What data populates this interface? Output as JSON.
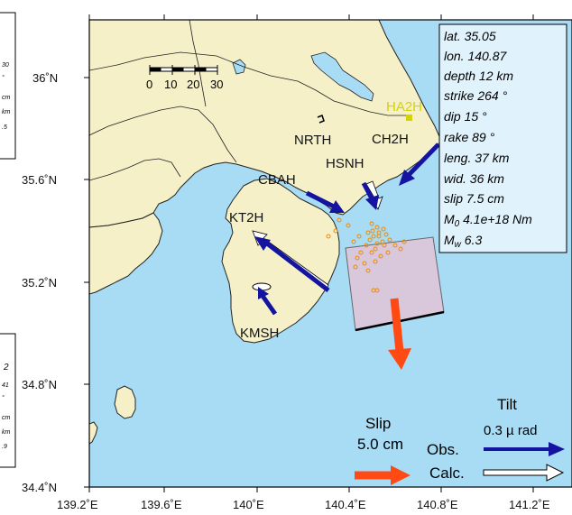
{
  "axes": {
    "lat_labels": [
      "36˚N",
      "35.6˚N",
      "35.2˚N",
      "34.8˚N",
      "34.4˚N"
    ],
    "lon_labels": [
      "139.2˚E",
      "139.6˚E",
      "140˚E",
      "140.4˚E",
      "140.8˚E",
      "141.2˚E"
    ]
  },
  "scale_bar": {
    "ticks": [
      "0",
      "10",
      "20",
      "30"
    ]
  },
  "stations": {
    "NRTH": "NRTH",
    "CH2H": "CH2H",
    "HA2H": "HA2H",
    "CBAH": "CBAH",
    "HSNH": "HSNH",
    "KT2H": "KT2H",
    "KMSH": "KMSH"
  },
  "params": {
    "lat": "lat. 35.05",
    "lon": "lon. 140.87",
    "depth": "depth  12 km",
    "strike": "strike  264 °",
    "dip": "dip  15 °",
    "rake": "rake  89 °",
    "leng": "leng.  37 km",
    "wid": "wid.  36 km",
    "slip": "slip  7.5 cm",
    "m0_sym": "M",
    "m0_sub": "0",
    "m0_val": "  4.1e+18 Nm",
    "mw_sym": "M",
    "mw_sub": "w",
    "mw_val": "  6.3"
  },
  "legend": {
    "slip_title": "Slip",
    "slip_value": "5.0 cm",
    "tilt_title": "Tilt",
    "tilt_value": "0.3 µ rad",
    "obs_label": "Obs.",
    "calc_label": "Calc."
  },
  "side_panels": {
    "upper_tokens": [
      "30",
      "°",
      "cm",
      "km",
      ".5"
    ],
    "lower_tokens": [
      "2",
      "41",
      "°",
      "cm",
      "km",
      ".9"
    ]
  },
  "colors": {
    "sea": "#a8dcf5",
    "land": "#f5f0c8",
    "observed_arrow": "#1414a0",
    "calculated_arrow": "#ffffff",
    "slip_arrow": "#ff4a14",
    "fault_plane": "#d9c7dc",
    "epicenter": "#f08a00",
    "highlight_station": "#d4d400"
  }
}
